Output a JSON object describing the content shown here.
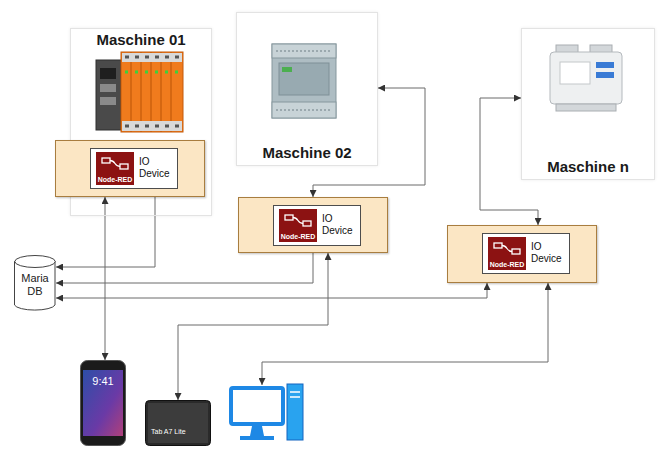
{
  "diagram": {
    "nodes": [
      {
        "text": [
          "Maschine 01"
        ]
      },
      {
        "text": [
          "Node-RED",
          "IO Device"
        ],
        "in": 0
      },
      {
        "text": [
          "Maschine 02"
        ]
      },
      {
        "text": [
          "Node-RED",
          "IO Device"
        ]
      },
      {
        "text": [
          "Maschine n"
        ]
      },
      {
        "text": [
          "Node-RED",
          "IO Device"
        ]
      },
      {
        "text": [
          "Maria DB"
        ]
      },
      {
        "text": [
          "9:41"
        ]
      },
      {
        "text": [
          "Tab A7 Lite"
        ]
      }
    ],
    "edges": [
      {
        "from": 1,
        "to": 7,
        "arrow": "both"
      },
      {
        "from": 1,
        "to": 6,
        "arrow": "to"
      },
      {
        "from": 3,
        "to": 2,
        "arrow": "both"
      },
      {
        "from": 3,
        "to": 6,
        "arrow": "to"
      },
      {
        "from": 3,
        "to": 8,
        "arrow": "both"
      },
      {
        "from": 5,
        "to": 4,
        "arrow": "both"
      },
      {
        "from": 5,
        "to": 6,
        "arrow": "both"
      }
    ]
  }
}
